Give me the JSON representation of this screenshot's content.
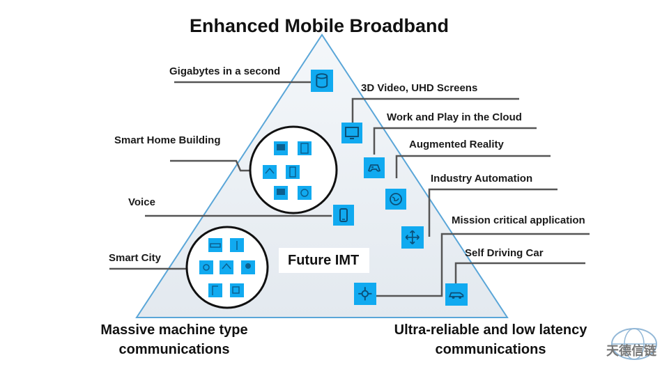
{
  "title": "Enhanced Mobile Broadband",
  "center": "Future IMT",
  "corners": {
    "left_line1": "Massive machine type",
    "left_line2": "communications",
    "right_line1": "Ultra-reliable and low latency",
    "right_line2": "communications"
  },
  "labels": {
    "gigabytes": "Gigabytes in a second",
    "video": "3D Video, UHD Screens",
    "cloud": "Work and Play in the Cloud",
    "ar": "Augmented Reality",
    "smart_home": "Smart Home Building",
    "industry": "Industry Automation",
    "voice": "Voice",
    "mission": "Mission critical application",
    "self_driving": "Self Driving Car",
    "smart_city": "Smart City"
  },
  "icons": {
    "gigabytes": "database-icon",
    "video": "monitor-icon",
    "cloud": "gamepad-icon",
    "ar": "globe-icon",
    "voice": "phone-icon",
    "industry": "arrows-icon",
    "mission": "crosshair-icon",
    "self_driving": "car-icon"
  },
  "watermark": "天德信链",
  "colors": {
    "icon_fill": "#11aaf0",
    "triangle_edge": "#5aa6d8",
    "leader_line": "#555555",
    "text": "#111111"
  }
}
